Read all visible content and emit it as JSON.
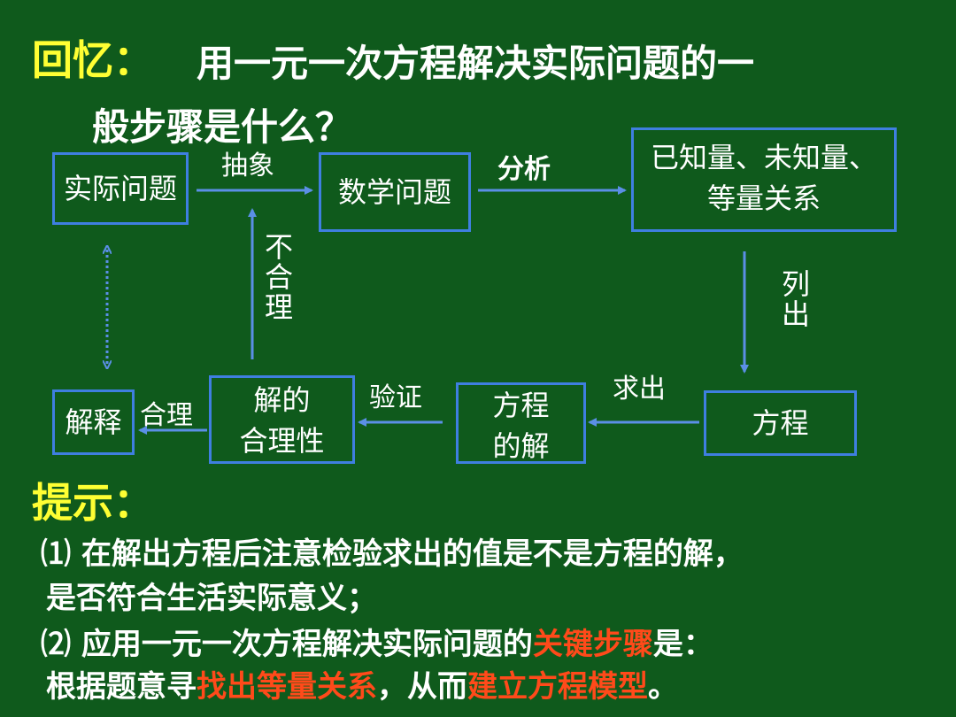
{
  "title": {
    "label": "回忆：",
    "question_line1": "用一元一次方程解决实际问题的一",
    "question_line2": "般步骤是什么？"
  },
  "diagram": {
    "boxes": {
      "practical_problem": "实际问题",
      "math_problem": "数学问题",
      "known_unknown_line1": "已知量、未知量、",
      "known_unknown_line2": "等量关系",
      "equation": "方程",
      "solution_line1": "方程",
      "solution_line2": "的解",
      "reasonableness_line1": "解的",
      "reasonableness_line2": "合理性",
      "explain": "解释"
    },
    "labels": {
      "abstract": "抽象",
      "analyze": "分析",
      "list_out": "列出",
      "solve": "求出",
      "verify": "验证",
      "unreasonable": "不合理",
      "reasonable": "合理"
    }
  },
  "hint": {
    "label": "提示：",
    "item1_num": "⑴",
    "item1_line1": "在解出方程后注意检验求出的值是不是方程的解，",
    "item1_line2": "是否符合生活实际意义；",
    "item2_num": "⑵",
    "item2_part1": "应用一元一次方程解决实际问题的",
    "item2_key": "关键步骤",
    "item2_part2": "是：",
    "item2_line2_part1": "根据题意寻",
    "item2_line2_red1": "找出等量关系",
    "item2_line2_part2": "，从而",
    "item2_line2_red2": "建立方程模型",
    "item2_line2_end": "。"
  },
  "colors": {
    "background": "#0f5a1c",
    "heading": "#ffff33",
    "box_border": "#3f7fe0",
    "arrow": "#5b8fe6",
    "emphasis": "#ff4a1a"
  }
}
